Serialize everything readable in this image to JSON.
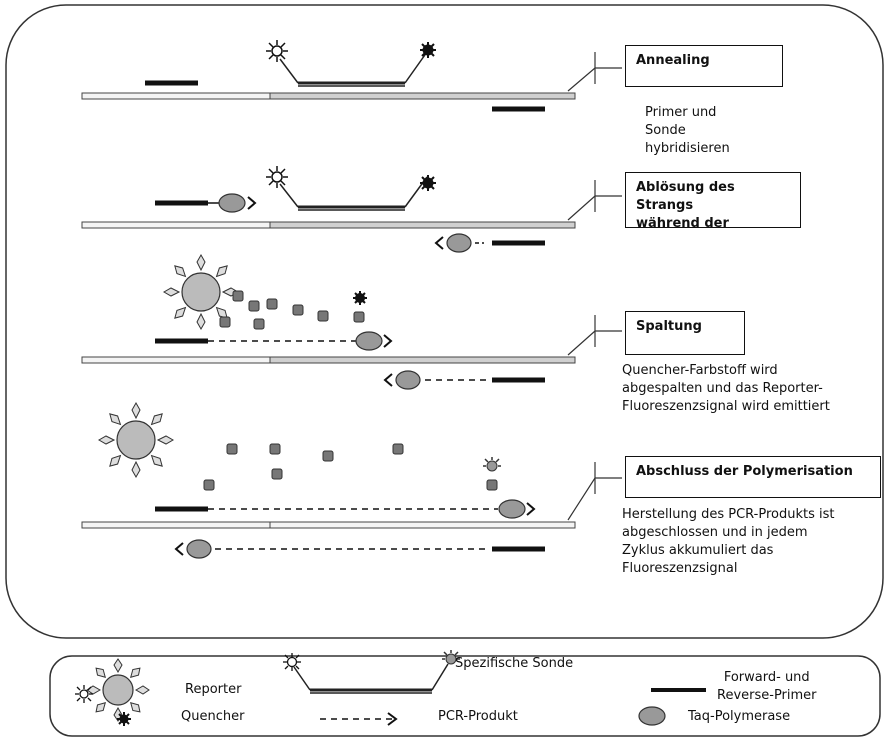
{
  "stages": [
    {
      "title": "Annealing",
      "description": [
        "Primer und",
        "Sonde",
        "hybridisieren"
      ]
    },
    {
      "title": [
        "Ablösung des Strangs",
        "während der"
      ],
      "description": []
    },
    {
      "title": "Spaltung",
      "description": [
        "Quencher-Farbstoff wird",
        "abgespalten und das Reporter-",
        "Fluoreszenzsignal wird emittiert"
      ]
    },
    {
      "title": "Abschluss der Polymerisation",
      "description": [
        "Herstellung des PCR-Produkts ist",
        "abgeschlossen und in jedem",
        "Zyklus akkumuliert das",
        "Fluoreszenzsignal"
      ]
    }
  ],
  "legend": {
    "reporter": "Reporter",
    "probe": "Spezifische Sonde",
    "primer": [
      "Forward- und",
      "Reverse-Primer"
    ],
    "quencher": "Quencher",
    "pcr_product": "PCR-Produkt",
    "polymerase": "Taq-Polymerase"
  }
}
